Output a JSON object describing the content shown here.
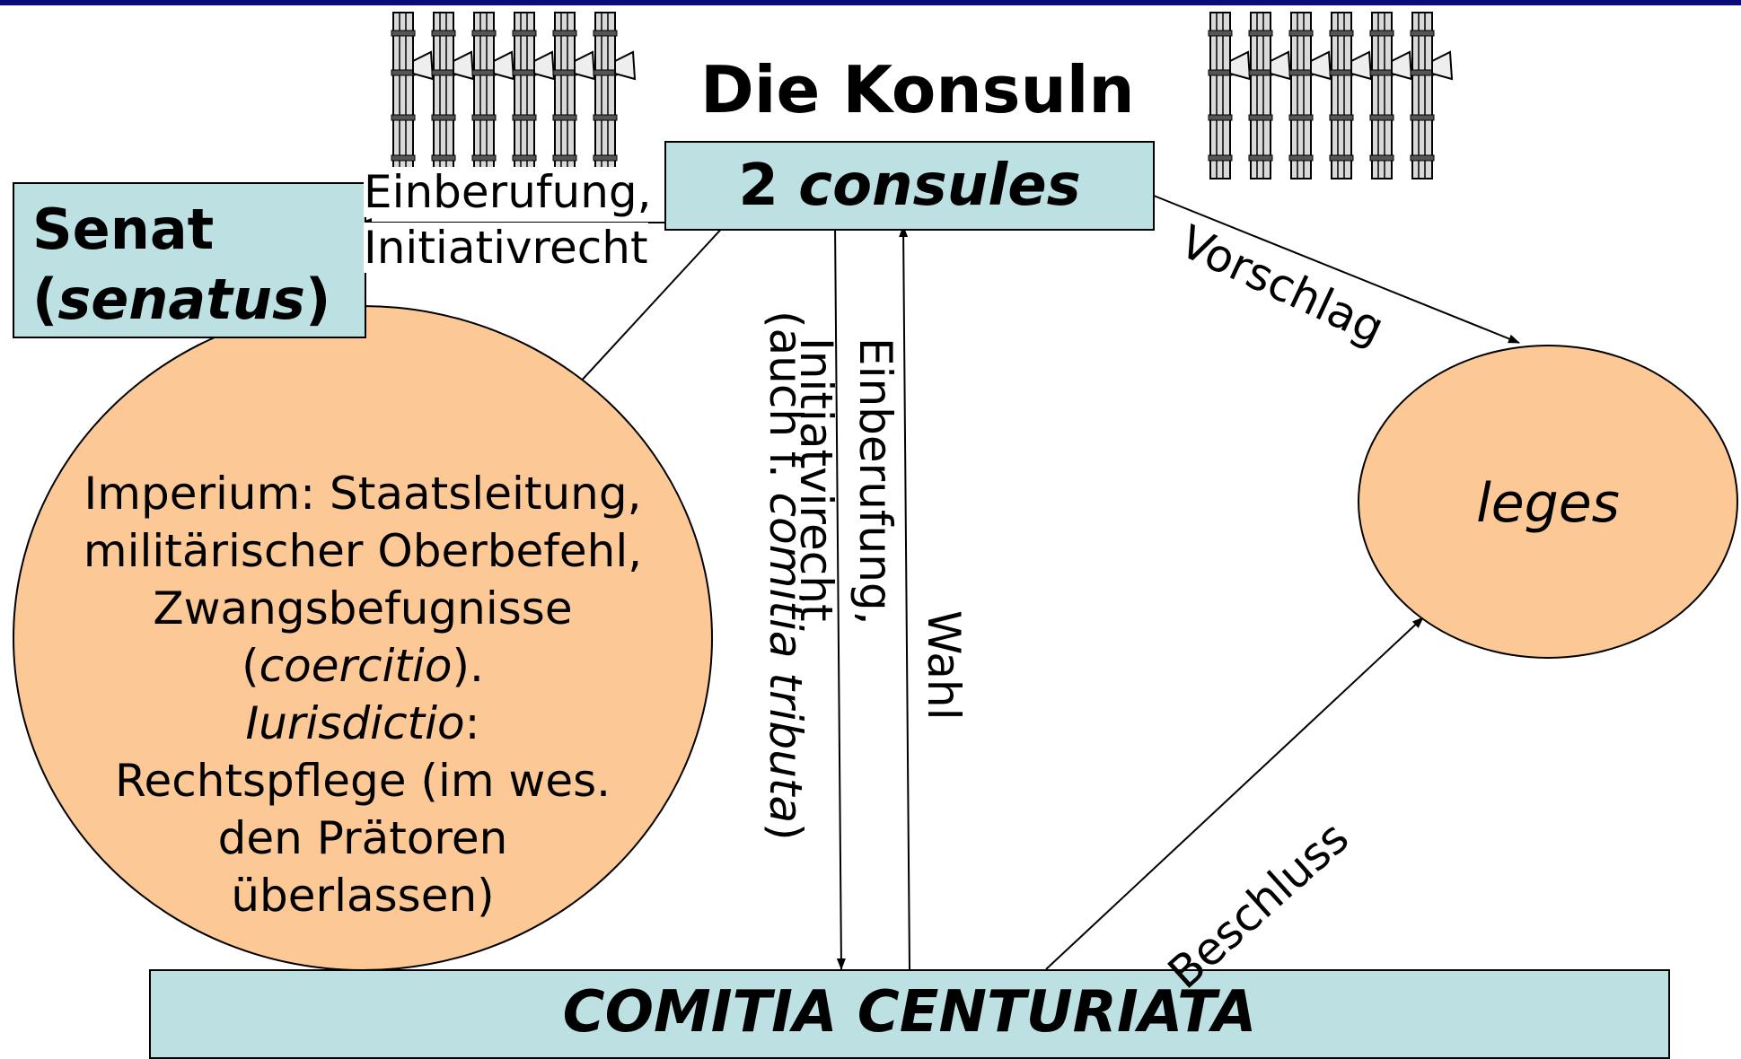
{
  "title": "Die Konsuln",
  "consuls_box": {
    "number": "2",
    "label": "consules"
  },
  "senate_box": {
    "line1": "Senat",
    "paren_open": "(",
    "label_italic": "senatus",
    "paren_close": ")"
  },
  "comitia_box": {
    "label": "COMITIA CENTURIATA"
  },
  "leges_circle": {
    "label": "leges"
  },
  "imperium_circle": {
    "line1": "Imperium: Staatsleitung,",
    "line2": "militärischer Oberbefehl,",
    "line3": "Zwangsbefugnisse",
    "line4_open": "(",
    "line4_italic": "coercitio",
    "line4_close": ").",
    "line5_italic": "Iurisdictio",
    "line5_rest": ":",
    "line6": "Rechtspflege (im wes.",
    "line7": "den Prätoren",
    "line8": "überlassen)"
  },
  "edges": {
    "senate_label_1": "Einberufung,",
    "senate_label_2": "Initiativrecht",
    "comitia_label_1": "Einberufung,",
    "comitia_label_2": "Initiatvirecht",
    "comitia_label_3_prefix": "(auch f. ",
    "comitia_label_3_italic": "comitia tributa",
    "comitia_label_3_suffix": ")",
    "wahl_label": "Wahl",
    "vorschlag_label": "Vorschlag",
    "beschluss_label": "Beschluss"
  },
  "icons": {
    "fasces_left": "fasces-icon",
    "fasces_right": "fasces-icon"
  },
  "colors": {
    "box_fill": "#bde0e2",
    "circle_fill": "#fbc896",
    "top_bar": "#0b0b7a"
  }
}
